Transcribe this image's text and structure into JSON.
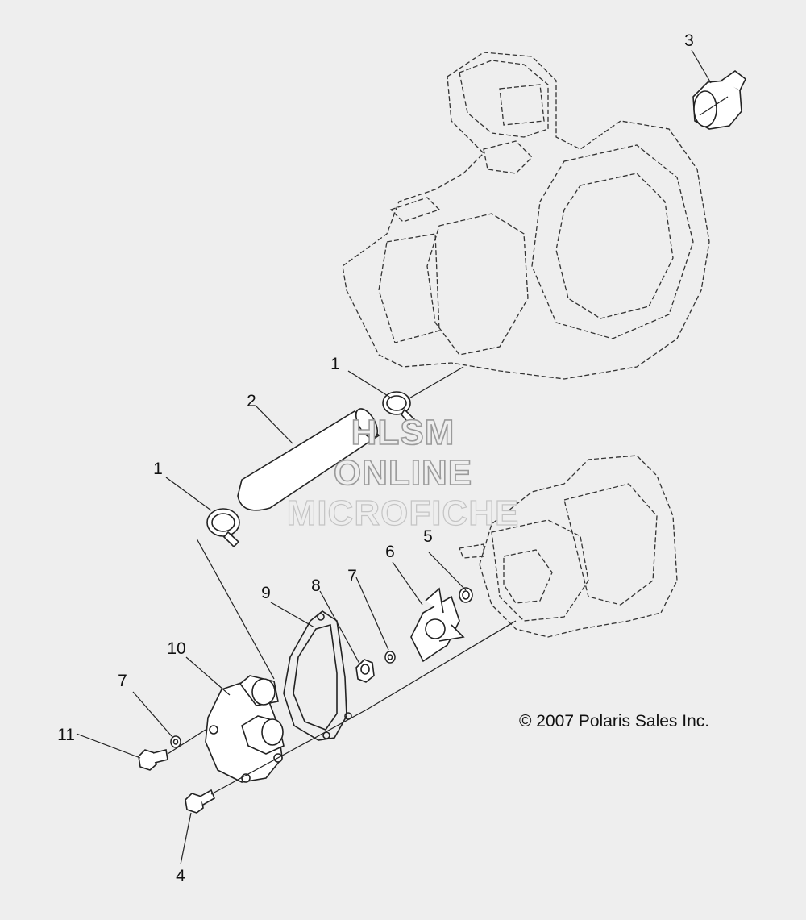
{
  "callouts": [
    {
      "id": "c3",
      "text": "3"
    },
    {
      "id": "c1a",
      "text": "1"
    },
    {
      "id": "c2",
      "text": "2"
    },
    {
      "id": "c1b",
      "text": "1"
    },
    {
      "id": "c5",
      "text": "5"
    },
    {
      "id": "c6",
      "text": "6"
    },
    {
      "id": "c7a",
      "text": "7"
    },
    {
      "id": "c8",
      "text": "8"
    },
    {
      "id": "c9",
      "text": "9"
    },
    {
      "id": "c10",
      "text": "10"
    },
    {
      "id": "c7b",
      "text": "7"
    },
    {
      "id": "c11",
      "text": "11"
    },
    {
      "id": "c4",
      "text": "4"
    }
  ],
  "copyright": "© 2007 Polaris Sales Inc.",
  "watermark": {
    "line1": "HLSM",
    "line2": "ONLINE",
    "line3": "MICROFICHE"
  }
}
